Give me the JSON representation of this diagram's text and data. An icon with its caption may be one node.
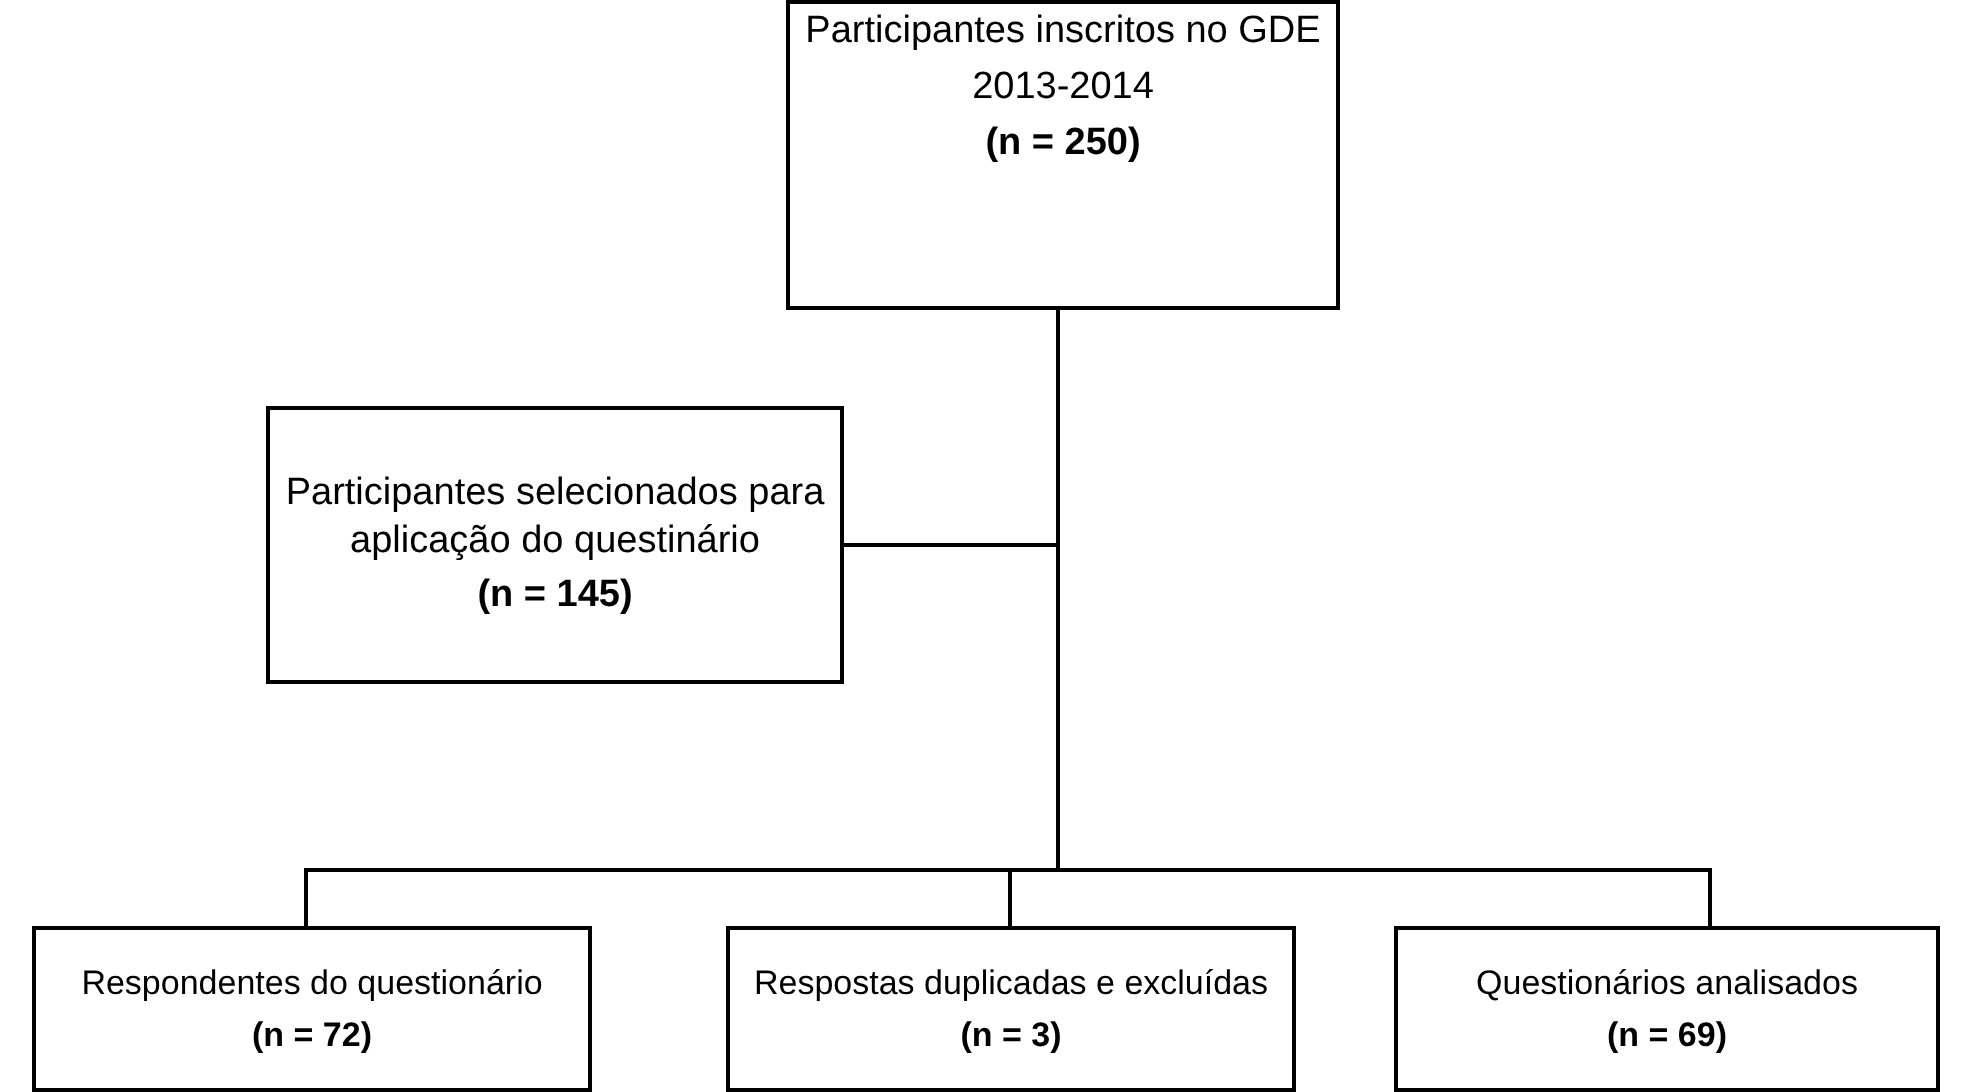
{
  "diagram": {
    "nodes": [
      {
        "text": [
          "Participantes inscritos no GDE",
          "2013-2014",
          "(n = 250)"
        ]
      },
      {
        "text": [
          "Participantes selecionados para aplicação do questinário",
          "(n = 145)"
        ]
      },
      {
        "text": [
          "Respondentes do questionário",
          "(n = 72)"
        ]
      },
      {
        "text": [
          "Respostas duplicadas e excluídas",
          "(n = 3)"
        ]
      },
      {
        "text": [
          "Questionários analisados",
          "(n = 69)"
        ]
      }
    ],
    "edges": [
      {
        "from": 0,
        "to": 1,
        "arrow": "none"
      },
      {
        "from": 0,
        "to": 2,
        "arrow": "none"
      },
      {
        "from": 0,
        "to": 3,
        "arrow": "none"
      },
      {
        "from": 0,
        "to": 4,
        "arrow": "none"
      }
    ]
  }
}
